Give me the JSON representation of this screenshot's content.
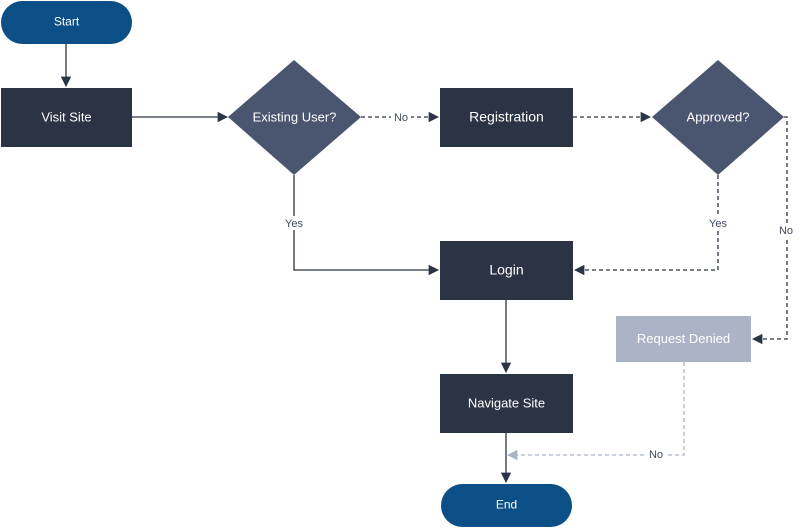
{
  "nodes": {
    "start": {
      "label": "Start"
    },
    "visit_site": {
      "label": "Visit Site"
    },
    "existing_user": {
      "label": "Existing User?"
    },
    "registration": {
      "label": "Registration"
    },
    "approved": {
      "label": "Approved?"
    },
    "login": {
      "label": "Login"
    },
    "request_denied": {
      "label": "Request Denied"
    },
    "navigate_site": {
      "label": "Navigate Site"
    },
    "end": {
      "label": "End"
    }
  },
  "edge_labels": {
    "existing_no": "No",
    "existing_yes": "Yes",
    "approved_yes": "Yes",
    "approved_no": "No",
    "denied_no": "No"
  },
  "colors": {
    "terminal": "#0b4f86",
    "process": "#2b3445",
    "decision": "#4a5670",
    "denied": "#aab4c6",
    "line_dark": "#2b3445",
    "line_light": "#aab4c6"
  }
}
